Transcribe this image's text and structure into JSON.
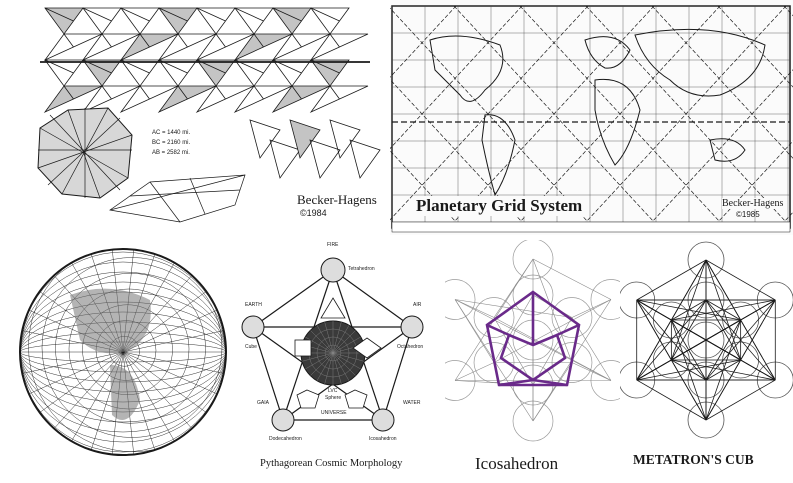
{
  "colors": {
    "ink": "#1a1a1a",
    "purple": "#6a2a8a",
    "shade": "#b8b8b8",
    "paper": "#ffffff",
    "map_bg": "#fbfbfb"
  },
  "top_left": {
    "measurements": [
      "AC = 1440 mi.",
      "BC = 2160 mi.",
      "AB = 2582 mi."
    ],
    "credit": "Becker-Hagens",
    "year": "©1984"
  },
  "top_right": {
    "title": "Planetary Grid System",
    "credit": "Becker-Hagens",
    "year": "©1985"
  },
  "bottom_left": {
    "icon": "geodesic-globe"
  },
  "bottom_mid": {
    "caption": "Pythagorean Cosmic Morphology",
    "nodes": {
      "top_element": "FIRE",
      "top_solid": "Tetrahedron",
      "left_element": "EARTH",
      "left_solid": "Cube",
      "right_element": "AIR",
      "right_solid": "Octahedron",
      "bl_element": "GAIA",
      "bl_solid": "Dodecahedron",
      "br_element": "WATER",
      "br_solid": "Icosahedron",
      "center_top": "LVC",
      "center_mid": "Sphere",
      "center_bottom": "UNIVERSE"
    }
  },
  "bottom_center": {
    "caption": "Icosahedron"
  },
  "bottom_right": {
    "caption": "METATRON'S CUB"
  }
}
